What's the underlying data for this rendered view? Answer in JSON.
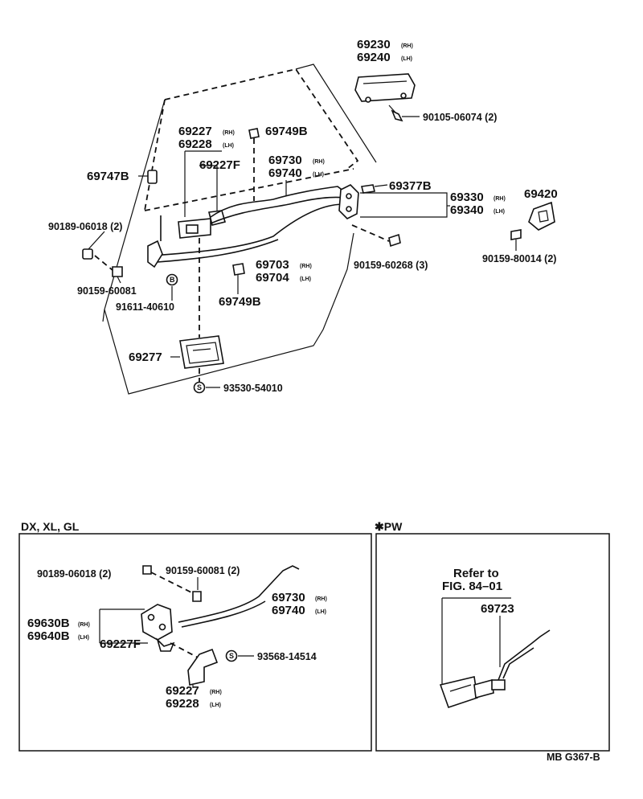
{
  "labels": {
    "p69230": "69230",
    "p69240": "69240",
    "p90105": "90105-06074 (2)",
    "p69227a": "69227",
    "p69228a": "69228",
    "p69749Ba": "69749B",
    "p69227Fa": "69227F",
    "p69730a": "69730",
    "p69740a": "69740",
    "p69747B": "69747B",
    "p69377B": "69377B",
    "p69330": "69330",
    "p69340": "69340",
    "p69420": "69420",
    "p90189a": "90189-06018 (2)",
    "p90159_60081a": "90159-60081",
    "p91611": "91611-40610",
    "p69703": "69703",
    "p69704": "69704",
    "p69749Bb": "69749B",
    "p90159_60268": "90159-60268 (3)",
    "p90159_80014": "90159-80014 (2)",
    "p69277": "69277",
    "p93530": "93530-54010",
    "p90189b": "90189-06018 (2)",
    "p90159_60081b": "90159-60081 (2)",
    "p69730b": "69730",
    "p69740b": "69740",
    "p69630B": "69630B",
    "p69640B": "69640B",
    "p69227Fb": "69227F",
    "p93568": "93568-14514",
    "p69227b": "69227",
    "p69228b": "69228",
    "refer1": "Refer to",
    "refer2": "FIG. 84–01",
    "p69723": "69723"
  },
  "suffixes": {
    "rh": "(RH)",
    "lh": "(LH)"
  },
  "sections": {
    "left": "DX, XL, GL",
    "right": "✱PW"
  },
  "markers": {
    "b": "B",
    "s": "S"
  },
  "footer": "MB G367-B"
}
